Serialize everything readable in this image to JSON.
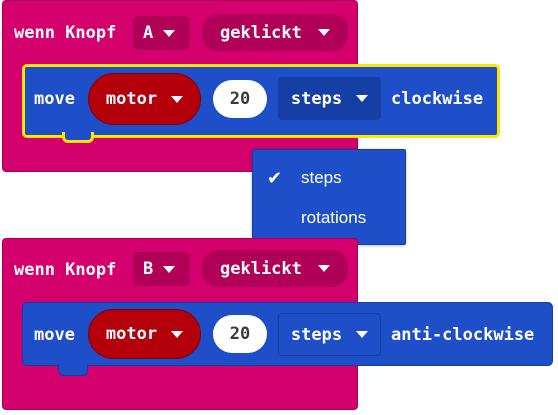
{
  "blocks": [
    {
      "event_label": "wenn Knopf",
      "button_value": "A",
      "action_value": "geklickt",
      "move": {
        "label": "move",
        "motor_value": "motor",
        "amount": "20",
        "unit_value": "steps",
        "direction": "clockwise",
        "selected": true
      }
    },
    {
      "event_label": "wenn Knopf",
      "button_value": "B",
      "action_value": "geklickt",
      "move": {
        "label": "move",
        "motor_value": "motor",
        "amount": "20",
        "unit_value": "steps",
        "direction": "anti-clockwise",
        "selected": false
      }
    }
  ],
  "dropdown_menu": {
    "options": [
      "steps",
      "rotations"
    ],
    "selected": "steps"
  },
  "colors": {
    "event_block": "#d4006d",
    "move_block": "#1e4fc9",
    "motor_pill": "#b3000b",
    "selection_outline": "#ffe600"
  },
  "icons": {
    "dropdown_caret": "chevron-down-icon",
    "checkmark": "check-icon"
  }
}
